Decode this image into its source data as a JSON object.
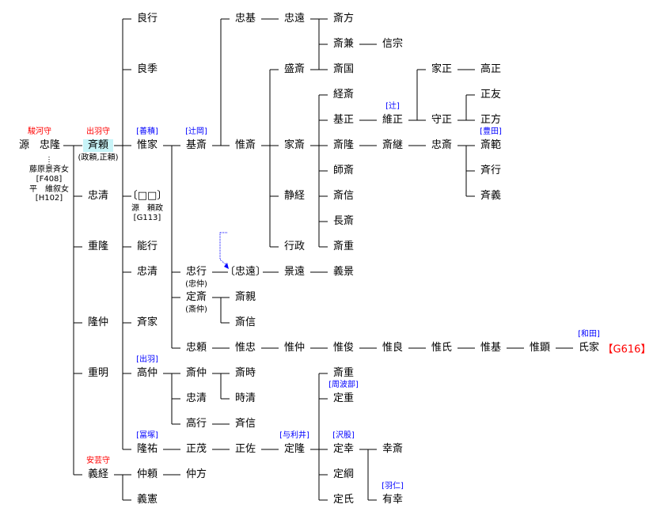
{
  "colors": {
    "line": "#000000",
    "blue_label": "#0000ff",
    "red_label": "#ff0000",
    "highlight": "#c8f4f8",
    "arrow": "#0000ff"
  },
  "spouses": [
    "藤原景斉女",
    "[F408]",
    "平　維叙女",
    "[H102]"
  ],
  "reference": "【G616】",
  "nodes": [
    {
      "name": "源　忠隆",
      "label": "駿河守",
      "label_color": "red"
    },
    {
      "name": "斉頼",
      "label": "出羽守",
      "label_color": "red",
      "sub": "(政頼,正頼)",
      "highlight": true
    },
    {
      "name": "忠清"
    },
    {
      "name": "重隆"
    },
    {
      "name": "隆仲"
    },
    {
      "name": "重明"
    },
    {
      "name": "義経",
      "label": "安芸守",
      "label_color": "red"
    },
    {
      "name": "良行"
    },
    {
      "name": "良季"
    },
    {
      "name": "惟家",
      "label": "[善積]",
      "label_color": "blue"
    },
    {
      "name": "〔□□〕",
      "sub": "源　頼政",
      "sub2": "[G113]"
    },
    {
      "name": "能行"
    },
    {
      "name": "忠清"
    },
    {
      "name": "斉家"
    },
    {
      "name": "高仲",
      "label": "[出羽]",
      "label_color": "blue"
    },
    {
      "name": "隆祐",
      "label": "[冨塚]",
      "label_color": "blue"
    },
    {
      "name": "仲頼"
    },
    {
      "name": "義憲"
    },
    {
      "name": "基斎",
      "label": "[辻岡]",
      "label_color": "blue"
    },
    {
      "name": "忠行",
      "sub": "(忠仲)"
    },
    {
      "name": "定斎",
      "sub": "(斎仲)"
    },
    {
      "name": "忠頼"
    },
    {
      "name": "斎仲"
    },
    {
      "name": "忠清"
    },
    {
      "name": "高行"
    },
    {
      "name": "正茂"
    },
    {
      "name": "仲方"
    },
    {
      "name": "忠基"
    },
    {
      "name": "惟斎"
    },
    {
      "name": "〔忠遠〕"
    },
    {
      "name": "斎親"
    },
    {
      "name": "斎信"
    },
    {
      "name": "惟忠"
    },
    {
      "name": "斎時"
    },
    {
      "name": "時清"
    },
    {
      "name": "斉信"
    },
    {
      "name": "正佐"
    },
    {
      "name": "忠遠"
    },
    {
      "name": "盛斎"
    },
    {
      "name": "家斎"
    },
    {
      "name": "静経"
    },
    {
      "name": "行政"
    },
    {
      "name": "景遠"
    },
    {
      "name": "惟仲"
    },
    {
      "name": "定隆",
      "label": "[与利井]",
      "label_color": "blue"
    },
    {
      "name": "斎方"
    },
    {
      "name": "斎兼"
    },
    {
      "name": "斎国"
    },
    {
      "name": "経斎"
    },
    {
      "name": "基正"
    },
    {
      "name": "斎隆"
    },
    {
      "name": "師斎"
    },
    {
      "name": "斎信"
    },
    {
      "name": "長斎"
    },
    {
      "name": "斎重"
    },
    {
      "name": "義景"
    },
    {
      "name": "惟俊"
    },
    {
      "name": "斎重"
    },
    {
      "name": "定重",
      "label": "[周波部]",
      "label_color": "blue"
    },
    {
      "name": "定幸",
      "label": "[沢股]",
      "label_color": "blue"
    },
    {
      "name": "定綱"
    },
    {
      "name": "定氏"
    },
    {
      "name": "信宗"
    },
    {
      "name": "維正",
      "label": "[辻]",
      "label_color": "blue"
    },
    {
      "name": "斎継"
    },
    {
      "name": "惟良"
    },
    {
      "name": "幸斎"
    },
    {
      "name": "有幸",
      "label": "[羽仁]",
      "label_color": "blue"
    },
    {
      "name": "家正"
    },
    {
      "name": "守正"
    },
    {
      "name": "忠斎"
    },
    {
      "name": "惟氏"
    },
    {
      "name": "高正"
    },
    {
      "name": "正友"
    },
    {
      "name": "正方"
    },
    {
      "name": "斎範",
      "label": "[豊田]",
      "label_color": "blue"
    },
    {
      "name": "斉行"
    },
    {
      "name": "斉義"
    },
    {
      "name": "惟基"
    },
    {
      "name": "惟顕"
    },
    {
      "name": "氏家",
      "label": "[和田]",
      "label_color": "blue"
    }
  ]
}
